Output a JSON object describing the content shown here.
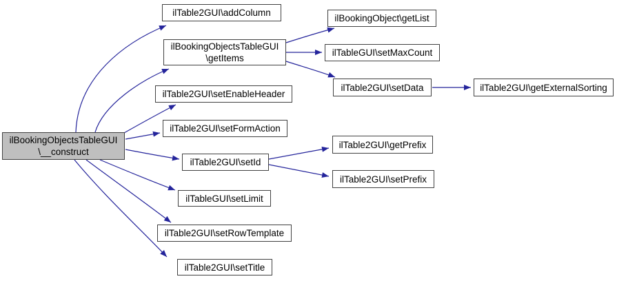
{
  "diagram": {
    "type": "doxygen-call-graph",
    "colors": {
      "background": "#ffffff",
      "edge": "#24249b",
      "node_border": "#404040",
      "node_fill": "#ffffff",
      "root_fill": "#bfbfbf",
      "text": "#000000"
    }
  },
  "nodes": {
    "construct": {
      "role": "root",
      "lines": [
        "ilBookingObjectsTableGUI",
        "\\__construct"
      ]
    },
    "addColumn": {
      "lines": [
        "ilTable2GUI\\addColumn"
      ]
    },
    "getItems": {
      "lines": [
        "ilBookingObjectsTableGUI",
        "\\getItems"
      ]
    },
    "setEnableHeader": {
      "lines": [
        "ilTable2GUI\\setEnableHeader"
      ]
    },
    "setFormAction": {
      "lines": [
        "ilTable2GUI\\setFormAction"
      ]
    },
    "setId": {
      "lines": [
        "ilTable2GUI\\setId"
      ]
    },
    "setLimit": {
      "lines": [
        "ilTableGUI\\setLimit"
      ]
    },
    "setRowTemplate": {
      "lines": [
        "ilTable2GUI\\setRowTemplate"
      ]
    },
    "setTitle": {
      "lines": [
        "ilTable2GUI\\setTitle"
      ]
    },
    "getList": {
      "lines": [
        "ilBookingObject\\getList"
      ]
    },
    "setMaxCount": {
      "lines": [
        "ilTableGUI\\setMaxCount"
      ]
    },
    "setData": {
      "lines": [
        "ilTable2GUI\\setData"
      ]
    },
    "getExternalSorting": {
      "lines": [
        "ilTable2GUI\\getExternalSorting"
      ]
    },
    "getPrefix": {
      "lines": [
        "ilTable2GUI\\getPrefix"
      ]
    },
    "setPrefix": {
      "lines": [
        "ilTable2GUI\\setPrefix"
      ]
    }
  },
  "edges": [
    {
      "from": "construct",
      "to": "addColumn"
    },
    {
      "from": "construct",
      "to": "getItems"
    },
    {
      "from": "construct",
      "to": "setEnableHeader"
    },
    {
      "from": "construct",
      "to": "setFormAction"
    },
    {
      "from": "construct",
      "to": "setId"
    },
    {
      "from": "construct",
      "to": "setLimit"
    },
    {
      "from": "construct",
      "to": "setRowTemplate"
    },
    {
      "from": "construct",
      "to": "setTitle"
    },
    {
      "from": "getItems",
      "to": "getList"
    },
    {
      "from": "getItems",
      "to": "setMaxCount"
    },
    {
      "from": "getItems",
      "to": "setData"
    },
    {
      "from": "setData",
      "to": "getExternalSorting"
    },
    {
      "from": "setId",
      "to": "getPrefix"
    },
    {
      "from": "setId",
      "to": "setPrefix"
    }
  ]
}
